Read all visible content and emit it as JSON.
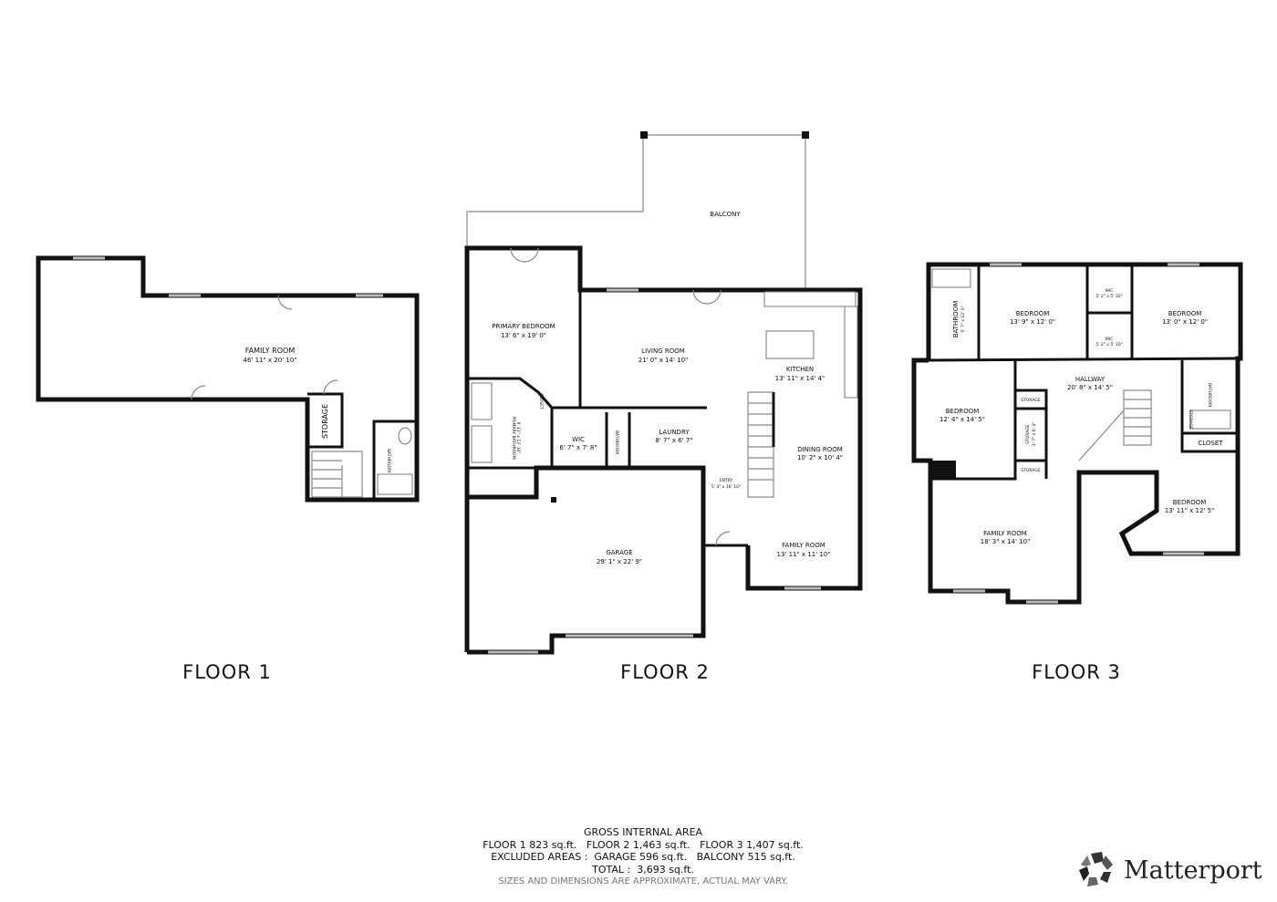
{
  "floors": [
    {
      "label": "FLOOR 1",
      "rooms": [
        {
          "name": "FAMILY ROOM",
          "dims": "46' 11\" x 20' 10\""
        },
        {
          "name": "STORAGE"
        },
        {
          "name": "BATHROOM"
        }
      ]
    },
    {
      "label": "FLOOR 2",
      "rooms": [
        {
          "name": "BALCONY"
        },
        {
          "name": "PRIMARY BEDROOM",
          "dims": "13' 6\" x 19' 0\""
        },
        {
          "name": "LIVING ROOM",
          "dims": "21' 0\" x 14' 10\""
        },
        {
          "name": "KITCHEN",
          "dims": "13' 11\" x 14' 4\""
        },
        {
          "name": "PRIMARY BATHROOM",
          "dims": "9' 11\" x 13' 10\""
        },
        {
          "name": "CLOSET"
        },
        {
          "name": "WIC",
          "dims": "6' 7\" x 7' 8\""
        },
        {
          "name": "BATHROOM"
        },
        {
          "name": "LAUNDRY",
          "dims": "8' 7\" x 6' 7\""
        },
        {
          "name": "ENTRY",
          "dims": "5' 3\" x 16' 10\""
        },
        {
          "name": "DINING ROOM",
          "dims": "10' 2\" x 10' 4\""
        },
        {
          "name": "GARAGE",
          "dims": "29' 1\" x 22' 9\""
        },
        {
          "name": "FAMILY ROOM",
          "dims": "13' 11\" x 11' 10\""
        }
      ]
    },
    {
      "label": "FLOOR 3",
      "rooms": [
        {
          "name": "BATHROOM",
          "dims": "5' 7\" x 12' 0\""
        },
        {
          "name": "BEDROOM",
          "dims": "13' 9\" x 12' 0\""
        },
        {
          "name": "WIC",
          "dims": "5' 2\" x 5' 10\""
        },
        {
          "name": "WIC",
          "dims": "5' 2\" x 5' 10\""
        },
        {
          "name": "BEDROOM",
          "dims": "13' 0\" x 12' 0\""
        },
        {
          "name": "HALLWAY",
          "dims": "20' 8\" x 14' 5\""
        },
        {
          "name": "BEDROOM",
          "dims": "12' 4\" x 14' 5\""
        },
        {
          "name": "STORAGE"
        },
        {
          "name": "STORAGE",
          "dims": "3' 7\" x 6' 4\""
        },
        {
          "name": "STORAGE"
        },
        {
          "name": "BATHROOM"
        },
        {
          "name": "STORAGE"
        },
        {
          "name": "CLOSET"
        },
        {
          "name": "FAMILY ROOM",
          "dims": "18' 3\" x 14' 10\""
        },
        {
          "name": "BEDROOM",
          "dims": "13' 11\" x 12' 5\""
        }
      ]
    }
  ],
  "summary": {
    "heading": "GROSS INTERNAL AREA",
    "floors_line": "FLOOR 1 823 sq.ft.   FLOOR 2 1,463 sq.ft.   FLOOR 3 1,407 sq.ft.",
    "excluded_line": "EXCLUDED AREAS :  GARAGE 596 sq.ft.   BALCONY 515 sq.ft.",
    "total_line": "TOTAL :  3,693 sq.ft.",
    "note": "SIZES AND DIMENSIONS ARE APPROXIMATE, ACTUAL MAY VARY."
  },
  "brand": {
    "name": "Matterport",
    "icon": "matterport-logo-icon"
  }
}
